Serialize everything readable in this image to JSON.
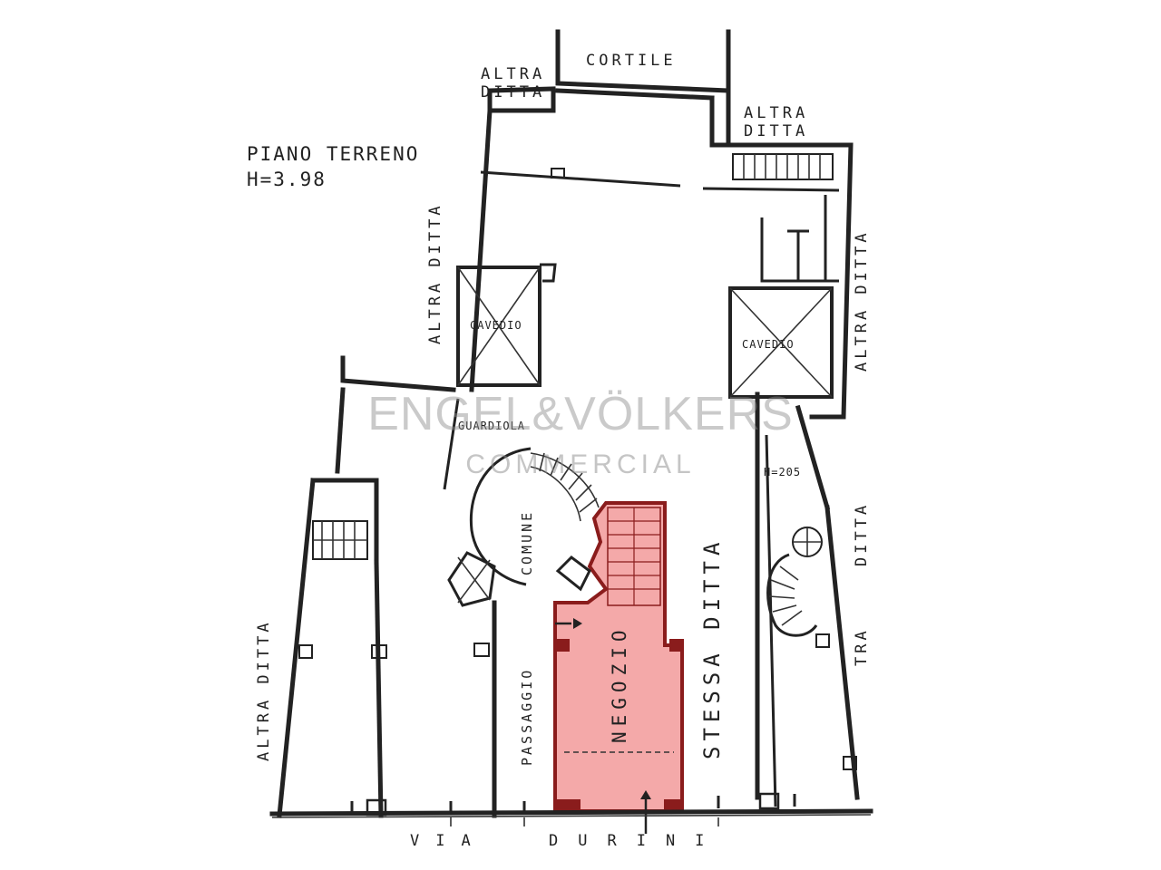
{
  "plan": {
    "title_line1": "PIANO TERRENO",
    "title_line2": "H=3.98",
    "labels": {
      "cortile": "CORTILE",
      "altra_ditta_top_left_1": "ALTRA",
      "altra_ditta_top_left_2": "DITTA",
      "altra_ditta_top_right_1": "ALTRA",
      "altra_ditta_top_right_2": "DITTA",
      "altra_ditta_left_vertical": "ALTRA DITTA",
      "altra_ditta_right_vertical": "ALTRA DITTA",
      "altra_ditta_lower_left": "ALTRA DITTA",
      "ditta_lower_right": "DITTA",
      "tra_lower_right": "TRA",
      "cavedio_left": "CAVEDIO",
      "cavedio_right": "CAVEDIO",
      "guardiola": "GUARDIOLA",
      "passaggio_comune_1": "PASSAGGIO",
      "passaggio_comune_2": "COMUNE",
      "negozio": "NEGOZIO",
      "stessa_ditta": "STESSA DITTA",
      "h205": "H=205",
      "street_via": "VIA",
      "street_durini": "DURINI"
    },
    "highlight_color": "#f4a9a9",
    "highlight_border_color": "#8a1c1c"
  },
  "watermark": {
    "brand": "ENGEL&VÖLKERS",
    "sub": "COMMERCIAL"
  }
}
